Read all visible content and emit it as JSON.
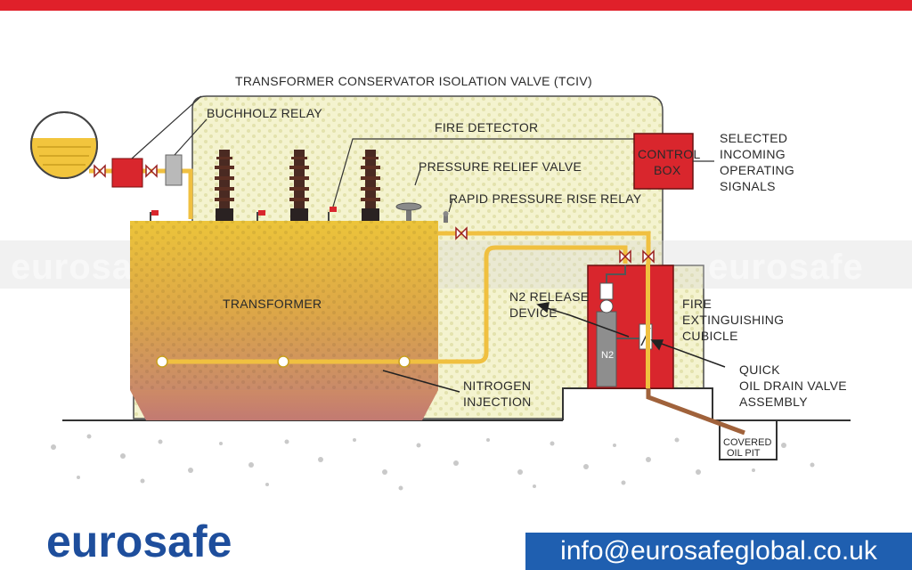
{
  "colors": {
    "top_bar": "#e0202a",
    "brand_blue": "#1e4e9c",
    "email_bg": "#1f5fb0",
    "dotted_area": "#f3f2c9",
    "transformer": "#e2b240",
    "cubicle": "#d9262d",
    "pipe": "#f0c040",
    "drain_pipe": "#a0623b"
  },
  "labels": {
    "tciv": "TRANSFORMER CONSERVATOR ISOLATION VALVE (TCIV)",
    "buchholz": "BUCHHOLZ RELAY",
    "fire_detector": "FIRE DETECTOR",
    "pressure_relief": "PRESSURE RELIEF VALVE",
    "rapid_pressure": "RAPID PRESSURE RISE RELAY",
    "control_box_1": "CONTROL",
    "control_box_2": "BOX",
    "selected_1": "SELECTED",
    "selected_2": "INCOMING",
    "selected_3": "OPERATING",
    "selected_4": "SIGNALS",
    "transformer": "TRANSFORMER",
    "n2_release_1": "N2 RELEASE",
    "n2_release_2": "DEVICE",
    "fire_ext_1": "FIRE",
    "fire_ext_2": "EXTINGUISHING",
    "fire_ext_3": "CUBICLE",
    "nitrogen_1": "NITROGEN",
    "nitrogen_2": "INJECTION",
    "quick_1": "QUICK",
    "quick_2": "OIL DRAIN VALVE",
    "quick_3": "ASSEMBLY",
    "pit_1": "COVERED",
    "pit_2": "OIL PIT",
    "n2_cylinder": "N2"
  },
  "watermark": "eurosafe",
  "brand": "eurosafe",
  "email": "info@eurosafeglobal.co.uk"
}
